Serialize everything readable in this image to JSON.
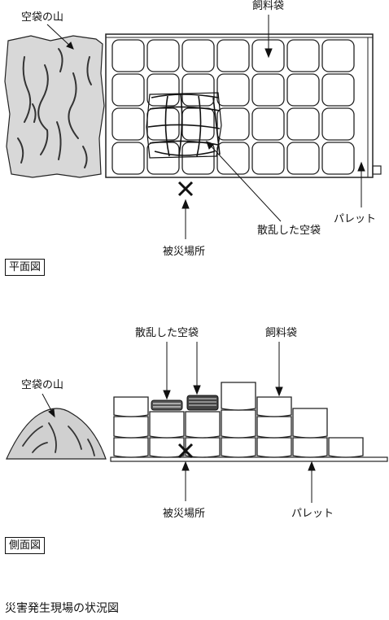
{
  "plan": {
    "empty_bag_pile": "空袋の山",
    "feed_bags": "飼料袋",
    "scattered_bags": "散乱した空袋",
    "accident_site": "被災場所",
    "pallet": "パレット",
    "view_title": "平面図"
  },
  "side": {
    "scattered_bags": "散乱した空袋",
    "feed_bags": "飼料袋",
    "empty_bag_pile": "空袋の山",
    "accident_site": "被災場所",
    "pallet": "パレット",
    "view_title": "側面図"
  },
  "figure_caption": "災害発生現場の状況図"
}
